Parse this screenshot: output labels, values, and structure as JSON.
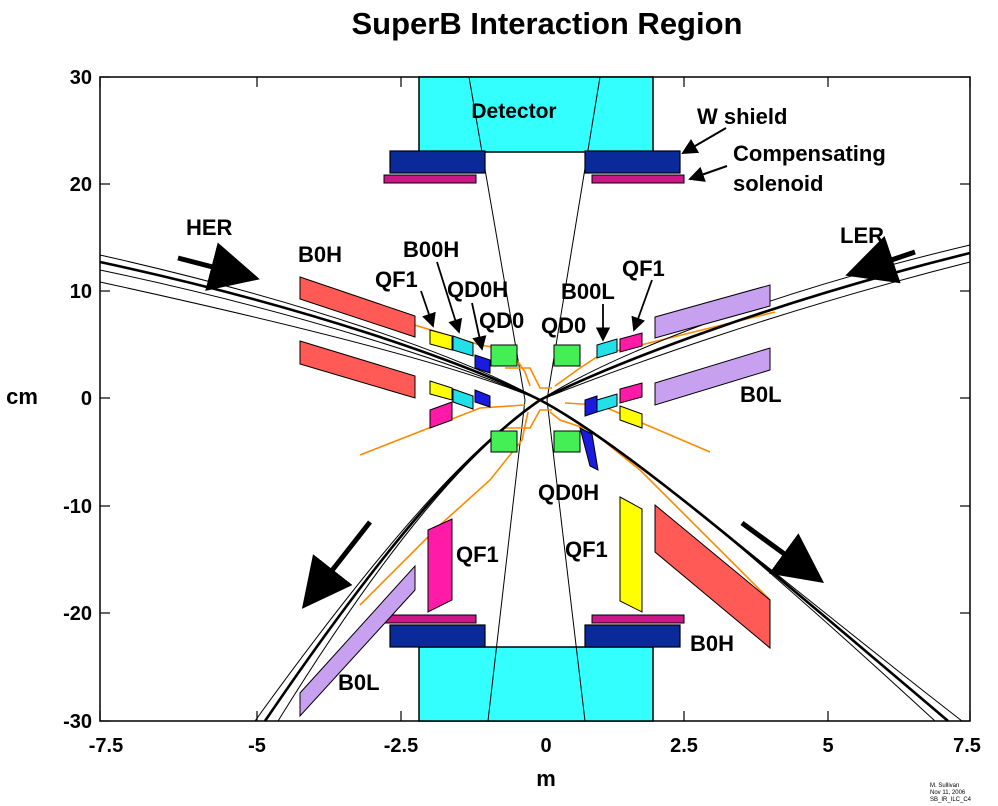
{
  "title": "SuperB Interaction Region",
  "axes": {
    "xlabel": "m",
    "ylabel": "cm",
    "xticks": [
      "-7.5",
      "-5",
      "-2.5",
      "0",
      "2.5",
      "5",
      "7.5"
    ],
    "yticks": [
      "30",
      "20",
      "10",
      "0",
      "-10",
      "-20",
      "-30"
    ]
  },
  "labels": {
    "detector": "Detector",
    "w_shield": "W shield",
    "comp_1": "Compensating",
    "comp_2": "solenoid",
    "her": "HER",
    "ler": "LER",
    "b0h_top": "B0H",
    "b00h_top": "B00H",
    "qf1_top_left": "QF1",
    "qd0h_top": "QD0H",
    "qd0_left": "QD0",
    "qd0_right": "QD0",
    "b00l_top": "B00L",
    "qf1_top_right": "QF1",
    "b0l_right": "B0L",
    "qd0h_bottom": "QD0H",
    "qf1_bottom_left": "QF1",
    "qf1_bottom_right": "QF1",
    "b0h_bottom": "B0H",
    "b0l_bottom": "B0L"
  },
  "credit": {
    "line1": "M. Sullivan",
    "line2": "Nov 11, 2006",
    "line3": "SB_IR_ILC_C4"
  },
  "colors": {
    "detector": "#33ffff",
    "w_shield": "#0a2a9a",
    "solenoid": "#cc1788",
    "b0h": "#ff5a55",
    "b0l": "#c8a0f0",
    "qf1_yellow": "#ffff00",
    "b00_cyan": "#22e0e8",
    "qd0h": "#1a1ae0",
    "qd0": "#44ee55",
    "qf1_magenta": "#ff1aa8",
    "beam_pipe": "#ff8a00"
  }
}
